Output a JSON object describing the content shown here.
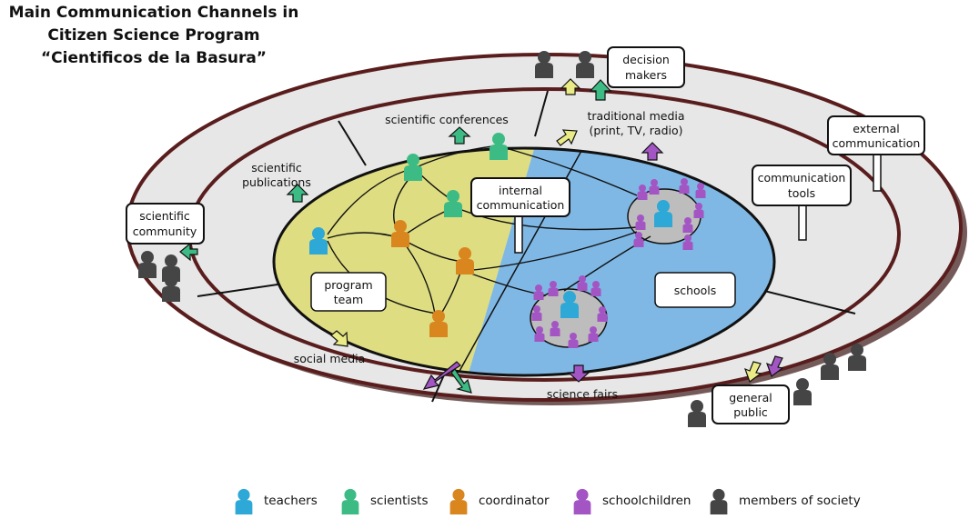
{
  "title": {
    "line1": "Main Communication Channels in",
    "line2": "Citizen Science Program",
    "line3": "“Cientificos de la Basura”"
  },
  "boxes": {
    "decision_makers": [
      "decision",
      "makers"
    ],
    "external_communication": [
      "external",
      "communication"
    ],
    "communication_tools": [
      "communication",
      "tools"
    ],
    "internal_communication": [
      "internal",
      "communication"
    ],
    "scientific_community": [
      "scientific",
      "community"
    ],
    "program_team": [
      "program",
      "team"
    ],
    "schools": [
      "schools"
    ],
    "general_public": [
      "general",
      "public"
    ]
  },
  "channels": {
    "scientific_conferences": "scientific conferences",
    "traditional_media": [
      "traditional media",
      "(print, TV, radio)"
    ],
    "scientific_publications": [
      "scientific",
      "publications"
    ],
    "social_media": "social media",
    "science_fairs": "science fairs"
  },
  "legend": [
    {
      "label": "teachers",
      "color": "#2ea8d6"
    },
    {
      "label": "scientists",
      "color": "#3dbb84"
    },
    {
      "label": "coordinator",
      "color": "#d9861f"
    },
    {
      "label": "schoolchildren",
      "color": "#a355c4"
    },
    {
      "label": "members of society",
      "color": "#454545"
    }
  ],
  "colors": {
    "program_fill": "#dedd82",
    "schools_fill": "#7fb8e5",
    "ring_fill": "#e7e7e7",
    "ring_stroke": "#5a1d1d",
    "yellow_arrow": "#eaeb85",
    "green_arrow": "#3dbb84",
    "purple_arrow": "#a355c4"
  }
}
